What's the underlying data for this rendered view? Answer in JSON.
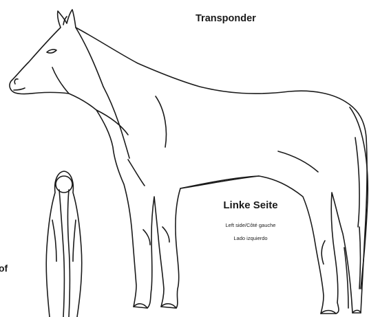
{
  "labels": {
    "transponder": "Transponder",
    "side_title": "Linke Seite",
    "side_sub1": "Left side/Côté gauche",
    "side_sub2": "Lado izquierdo",
    "cut_text": "of"
  },
  "colors": {
    "line": "#1a1a1a",
    "background": "#ffffff"
  }
}
